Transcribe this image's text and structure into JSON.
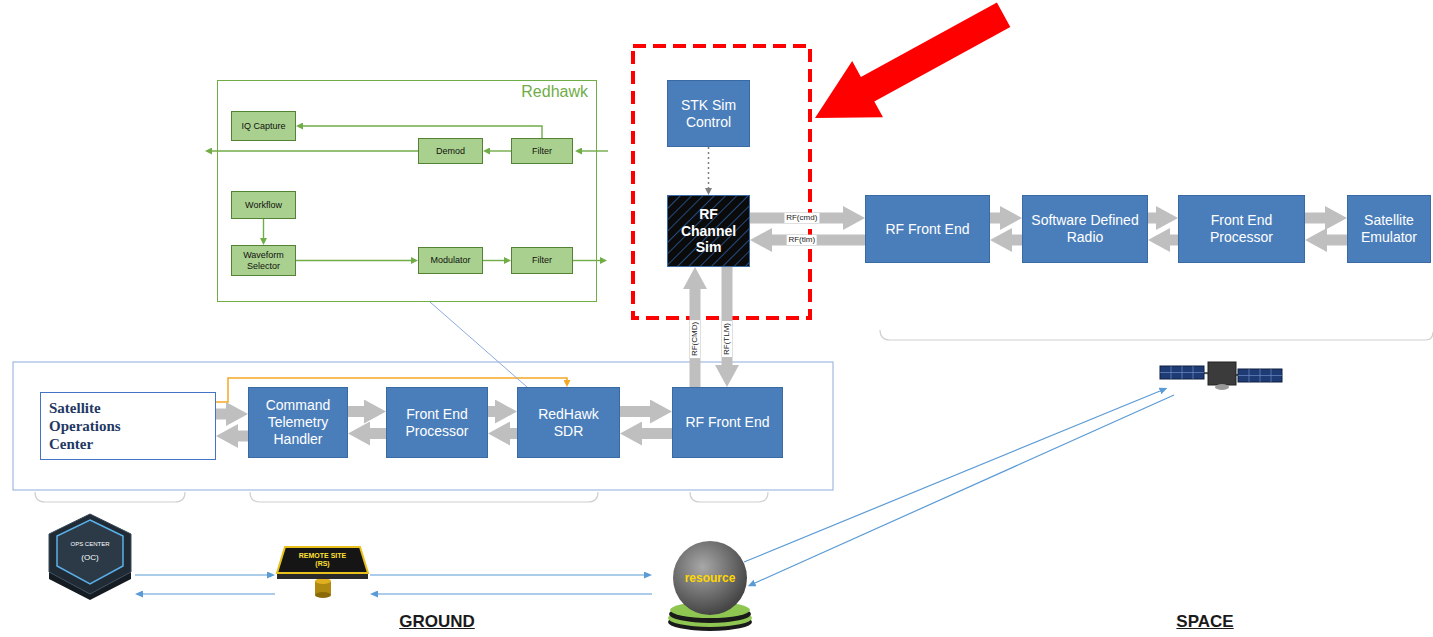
{
  "diagram": {
    "nodes": [
      {
        "text": [
          "Redhawk"
        ]
      },
      {
        "text": [
          "IQ Capture"
        ],
        "in": 0
      },
      {
        "text": [
          "Demod"
        ],
        "in": 0
      },
      {
        "text": [
          "Filter"
        ],
        "in": 0
      },
      {
        "text": [
          "Workflow"
        ],
        "in": 0
      },
      {
        "text": [
          "Waveform Selector"
        ],
        "in": 0
      },
      {
        "text": [
          "Modulator"
        ],
        "in": 0
      },
      {
        "text": [
          "Filter"
        ],
        "in": 0
      },
      {
        "text": [
          "STK Sim Control"
        ]
      },
      {
        "text": [
          "RF Channel Sim"
        ]
      },
      {
        "text": [
          "RF Front End"
        ]
      },
      {
        "text": [
          "Software Defined Radio"
        ]
      },
      {
        "text": [
          "Front End Processor"
        ]
      },
      {
        "text": [
          "Satellite Emulator"
        ]
      },
      {
        "text": [
          "Satellite Operations Center"
        ]
      },
      {
        "text": [
          "Command Telemetry Handler"
        ]
      },
      {
        "text": [
          "Front End Processor"
        ]
      },
      {
        "text": [
          "RedHawk SDR"
        ]
      },
      {
        "text": [
          "RF Front End"
        ]
      },
      {
        "text": [
          "OPS CENTER",
          "(OC)"
        ]
      },
      {
        "text": [
          "REMOTE SITE (RS)"
        ]
      },
      {
        "text": [
          "resource"
        ]
      }
    ],
    "edges": [
      {
        "from": 3,
        "to": 2,
        "arrow": "to"
      },
      {
        "from": 3,
        "to": 1,
        "arrow": "to"
      },
      {
        "from": 4,
        "to": 5,
        "arrow": "to"
      },
      {
        "from": 5,
        "to": 6,
        "arrow": "to"
      },
      {
        "from": 6,
        "to": 7,
        "arrow": "to"
      },
      {
        "from": 8,
        "to": 9,
        "arrow": "to"
      },
      {
        "from": 9,
        "to": 10,
        "label": "RF(cmd)",
        "arrow": "to"
      },
      {
        "from": 10,
        "to": 9,
        "label": "RF(tlm)",
        "arrow": "to"
      },
      {
        "from": 10,
        "to": 11,
        "arrow": "to"
      },
      {
        "from": 11,
        "to": 10,
        "arrow": "to"
      },
      {
        "from": 11,
        "to": 12,
        "arrow": "to"
      },
      {
        "from": 12,
        "to": 11,
        "arrow": "to"
      },
      {
        "from": 12,
        "to": 13,
        "arrow": "to"
      },
      {
        "from": 13,
        "to": 12,
        "arrow": "to"
      },
      {
        "from": 14,
        "to": 15,
        "arrow": "to"
      },
      {
        "from": 15,
        "to": 14,
        "arrow": "to"
      },
      {
        "from": 15,
        "to": 16,
        "arrow": "to"
      },
      {
        "from": 16,
        "to": 15,
        "arrow": "to"
      },
      {
        "from": 16,
        "to": 17,
        "arrow": "to"
      },
      {
        "from": 17,
        "to": 16,
        "arrow": "to"
      },
      {
        "from": 17,
        "to": 18,
        "arrow": "to"
      },
      {
        "from": 18,
        "to": 17,
        "arrow": "to"
      },
      {
        "from": 14,
        "to": 17,
        "arrow": "to"
      },
      {
        "from": 0,
        "to": 17,
        "arrow": "none"
      },
      {
        "from": 18,
        "to": 9,
        "label": "RF(CMD)",
        "arrow": "to"
      },
      {
        "from": 9,
        "to": 18,
        "label": "RF(TLM)",
        "arrow": "to"
      },
      {
        "from": 19,
        "to": 20,
        "arrow": "to"
      },
      {
        "from": 20,
        "to": 19,
        "arrow": "to"
      },
      {
        "from": 20,
        "to": 21,
        "arrow": "to"
      },
      {
        "from": 21,
        "to": 20,
        "arrow": "to"
      }
    ],
    "labels": [
      "GROUND",
      "SPACE"
    ]
  }
}
